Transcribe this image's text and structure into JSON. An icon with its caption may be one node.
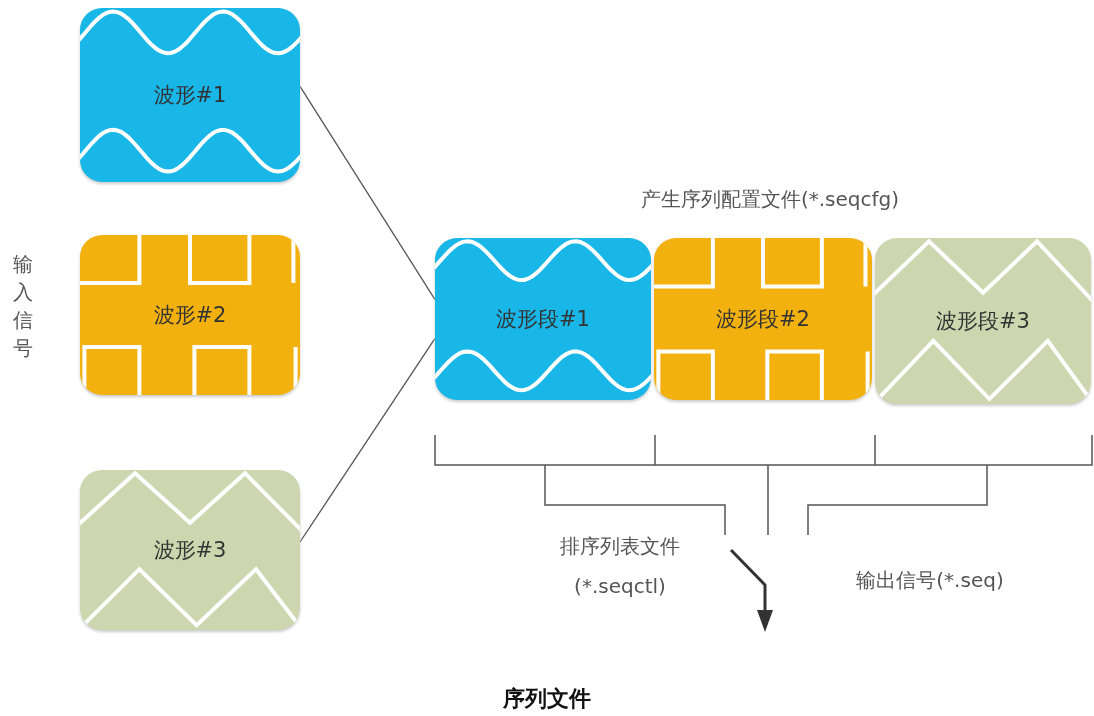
{
  "diagram": {
    "caption": "序列文件",
    "nodes": [
      {
        "text": [
          "波形#1"
        ]
      },
      {
        "text": [
          "波形#2"
        ]
      },
      {
        "text": [
          "波形#3"
        ]
      },
      {
        "text": [
          "波形段#1"
        ]
      },
      {
        "text": [
          "波形段#2"
        ]
      },
      {
        "text": [
          "波形段#3"
        ]
      }
    ],
    "edges": [
      {
        "from": 0,
        "to": 3,
        "arrow": "none"
      },
      {
        "from": 2,
        "to": 3,
        "arrow": "none"
      }
    ],
    "labels": [
      "输入信号",
      "产生序列配置文件(*.seqcfg)",
      "排序列表文件 (*.seqctl)",
      "输出信号(*.seq)"
    ]
  }
}
